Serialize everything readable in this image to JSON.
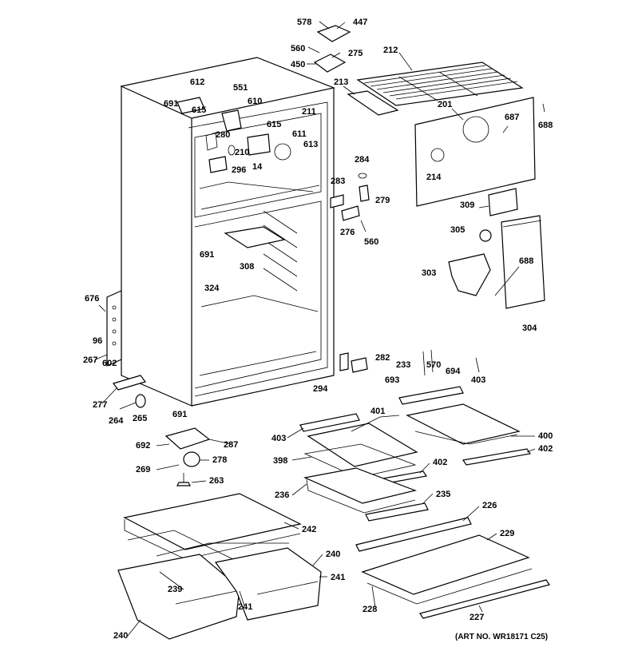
{
  "callouts": [
    {
      "id": "578",
      "label": "578"
    },
    {
      "id": "447",
      "label": "447"
    },
    {
      "id": "560a",
      "label": "560"
    },
    {
      "id": "275",
      "label": "275"
    },
    {
      "id": "450",
      "label": "450"
    },
    {
      "id": "212",
      "label": "212"
    },
    {
      "id": "213",
      "label": "213"
    },
    {
      "id": "201",
      "label": "201"
    },
    {
      "id": "687",
      "label": "687"
    },
    {
      "id": "688a",
      "label": "688"
    },
    {
      "id": "612",
      "label": "612"
    },
    {
      "id": "551",
      "label": "551"
    },
    {
      "id": "691a",
      "label": "691"
    },
    {
      "id": "615a",
      "label": "615"
    },
    {
      "id": "610",
      "label": "610"
    },
    {
      "id": "211",
      "label": "211"
    },
    {
      "id": "280",
      "label": "280"
    },
    {
      "id": "615b",
      "label": "615"
    },
    {
      "id": "611",
      "label": "611"
    },
    {
      "id": "613",
      "label": "613"
    },
    {
      "id": "210",
      "label": "210"
    },
    {
      "id": "296",
      "label": "296"
    },
    {
      "id": "14",
      "label": "14"
    },
    {
      "id": "284",
      "label": "284"
    },
    {
      "id": "214",
      "label": "214"
    },
    {
      "id": "283",
      "label": "283"
    },
    {
      "id": "279",
      "label": "279"
    },
    {
      "id": "309",
      "label": "309"
    },
    {
      "id": "276",
      "label": "276"
    },
    {
      "id": "560b",
      "label": "560"
    },
    {
      "id": "305",
      "label": "305"
    },
    {
      "id": "691b",
      "label": "691"
    },
    {
      "id": "308",
      "label": "308"
    },
    {
      "id": "688b",
      "label": "688"
    },
    {
      "id": "303",
      "label": "303"
    },
    {
      "id": "324",
      "label": "324"
    },
    {
      "id": "676",
      "label": "676"
    },
    {
      "id": "96",
      "label": "96"
    },
    {
      "id": "304",
      "label": "304"
    },
    {
      "id": "267",
      "label": "267"
    },
    {
      "id": "602",
      "label": "602"
    },
    {
      "id": "282",
      "label": "282"
    },
    {
      "id": "233",
      "label": "233"
    },
    {
      "id": "570",
      "label": "570"
    },
    {
      "id": "694",
      "label": "694"
    },
    {
      "id": "693",
      "label": "693"
    },
    {
      "id": "403a",
      "label": "403"
    },
    {
      "id": "294",
      "label": "294"
    },
    {
      "id": "277",
      "label": "277"
    },
    {
      "id": "264",
      "label": "264"
    },
    {
      "id": "265",
      "label": "265"
    },
    {
      "id": "691c",
      "label": "691"
    },
    {
      "id": "401",
      "label": "401"
    },
    {
      "id": "403b",
      "label": "403"
    },
    {
      "id": "400",
      "label": "400"
    },
    {
      "id": "692",
      "label": "692"
    },
    {
      "id": "287",
      "label": "287"
    },
    {
      "id": "402a",
      "label": "402"
    },
    {
      "id": "398",
      "label": "398"
    },
    {
      "id": "402b",
      "label": "402"
    },
    {
      "id": "278",
      "label": "278"
    },
    {
      "id": "269",
      "label": "269"
    },
    {
      "id": "263",
      "label": "263"
    },
    {
      "id": "236",
      "label": "236"
    },
    {
      "id": "235",
      "label": "235"
    },
    {
      "id": "226",
      "label": "226"
    },
    {
      "id": "242",
      "label": "242"
    },
    {
      "id": "229",
      "label": "229"
    },
    {
      "id": "240a",
      "label": "240"
    },
    {
      "id": "241a",
      "label": "241"
    },
    {
      "id": "239",
      "label": "239"
    },
    {
      "id": "241b",
      "label": "241"
    },
    {
      "id": "228",
      "label": "228"
    },
    {
      "id": "227",
      "label": "227"
    },
    {
      "id": "240b",
      "label": "240"
    }
  ],
  "art_number": "(ART NO. WR18171 C25)"
}
